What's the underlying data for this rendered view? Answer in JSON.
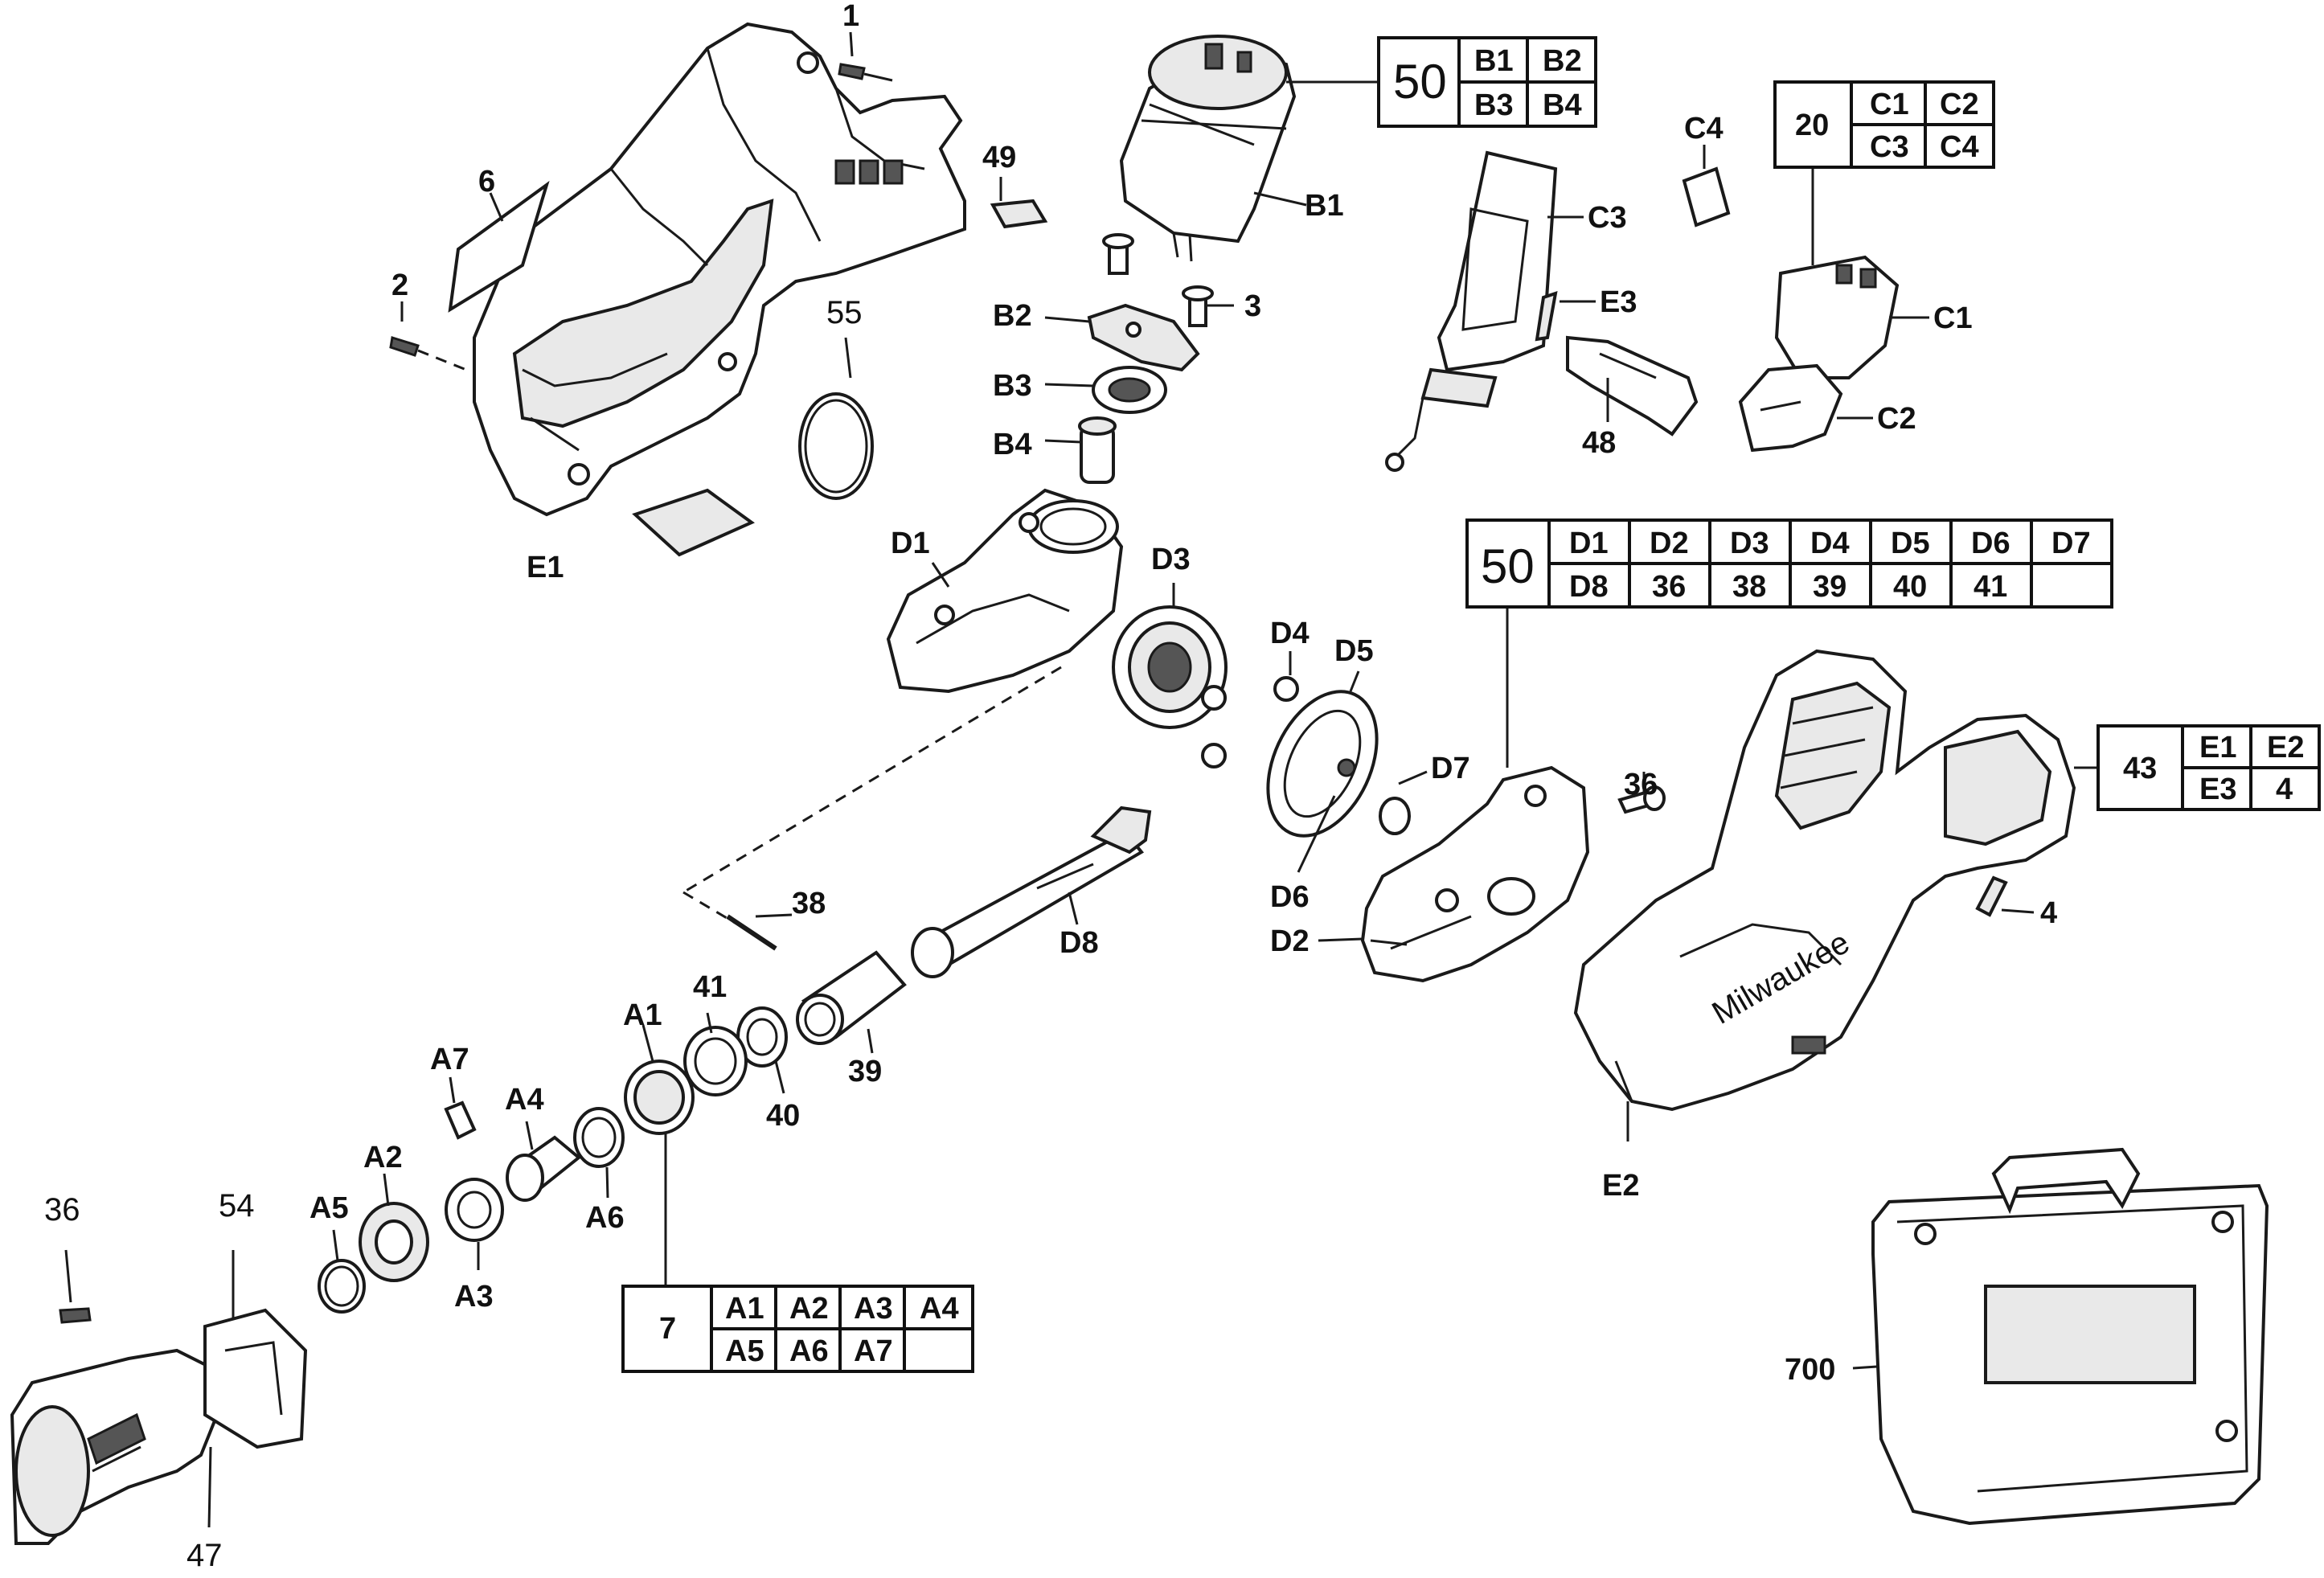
{
  "labels": {
    "p1": "1",
    "p2": "2",
    "p3": "3",
    "p4": "4",
    "p6": "6",
    "p36a": "36",
    "p36b": "36",
    "p38": "38",
    "p39": "39",
    "p40": "40",
    "p41": "41",
    "p47": "47",
    "p48": "48",
    "p49": "49",
    "p54": "54",
    "p55": "55",
    "p700": "700",
    "A1": "A1",
    "A2": "A2",
    "A3": "A3",
    "A4": "A4",
    "A5": "A5",
    "A6": "A6",
    "A7": "A7",
    "B1": "B1",
    "B2": "B2",
    "B3": "B3",
    "B4": "B4",
    "C1": "C1",
    "C2": "C2",
    "C3": "C3",
    "C4": "C4",
    "D1": "D1",
    "D2": "D2",
    "D3": "D3",
    "D4": "D4",
    "D5": "D5",
    "D6": "D6",
    "D7": "D7",
    "D8": "D8",
    "E1": "E1",
    "E2": "E2",
    "E3": "E3"
  },
  "tables": {
    "motor": {
      "id": "50",
      "cells": [
        "B1",
        "B2",
        "B3",
        "B4"
      ]
    },
    "switch": {
      "id": "20",
      "cells": [
        "C1",
        "C2",
        "C3",
        "C4"
      ]
    },
    "gearbox": {
      "id": "50",
      "cells": [
        "D1",
        "D2",
        "D3",
        "D4",
        "D5",
        "D6",
        "D7",
        "D8",
        "36",
        "38",
        "39",
        "40",
        "41",
        ""
      ]
    },
    "housing": {
      "id": "43",
      "cells": [
        "E1",
        "E2",
        "E3",
        "4"
      ]
    },
    "clamp": {
      "id": "7",
      "cells": [
        "A1",
        "A2",
        "A3",
        "A4",
        "A5",
        "A6",
        "A7",
        ""
      ]
    }
  },
  "brand_text": "Milwaukee",
  "colors": {
    "line": "#1a1a1a",
    "background": "#ffffff"
  }
}
